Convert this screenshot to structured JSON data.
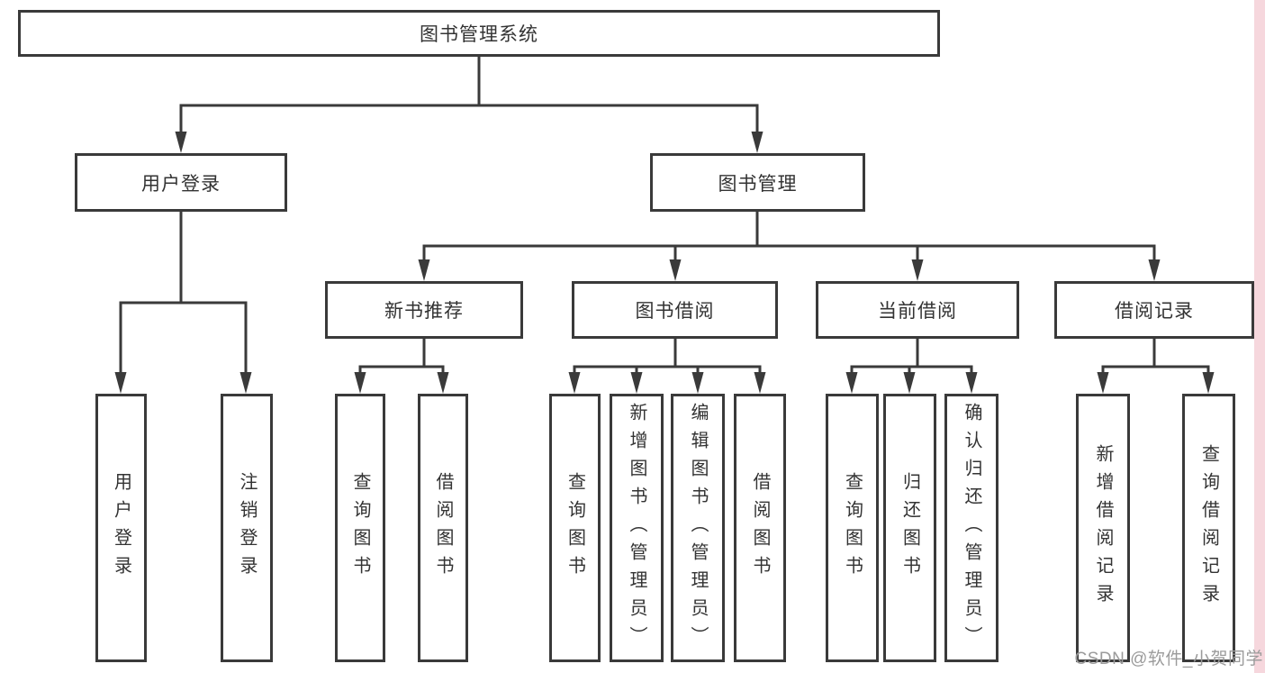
{
  "tree": {
    "label": "图书管理系统",
    "children": [
      {
        "label": "用户登录",
        "children": [
          {
            "label": "用户登录"
          },
          {
            "label": "注销登录"
          }
        ]
      },
      {
        "label": "图书管理",
        "children": [
          {
            "label": "新书推荐",
            "children": [
              {
                "label": "查询图书"
              },
              {
                "label": "借阅图书"
              }
            ]
          },
          {
            "label": "图书借阅",
            "children": [
              {
                "label": "查询图书"
              },
              {
                "label": "新增图书（管理员）"
              },
              {
                "label": "编辑图书（管理员）"
              },
              {
                "label": "借阅图书"
              }
            ]
          },
          {
            "label": "当前借阅",
            "children": [
              {
                "label": "查询图书"
              },
              {
                "label": "归还图书"
              },
              {
                "label": "确认归还（管理员）"
              }
            ]
          },
          {
            "label": "借阅记录",
            "children": [
              {
                "label": "新增借阅记录"
              },
              {
                "label": "查询借阅记录"
              }
            ]
          }
        ]
      }
    ]
  },
  "watermark": {
    "text": "CSDN @软件_小贺同学"
  },
  "colors": {
    "line": "#3a3a3a",
    "text": "#333333",
    "watermark_text": "#9b9b9b",
    "right_edge_strip": "#f6d7dd",
    "background": "#ffffff"
  }
}
